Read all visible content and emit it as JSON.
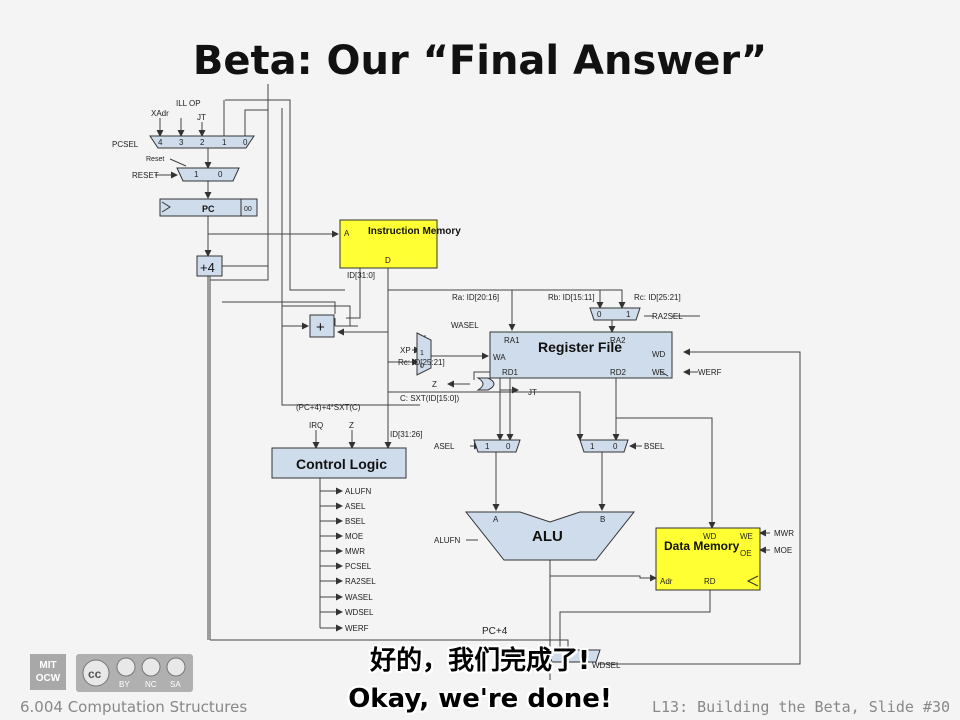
{
  "slide": {
    "title": "Beta: Our “Final Answer”",
    "footer_left": "6.004 Computation Structures",
    "footer_right": "L13: Building the Beta, Slide #30",
    "logo_text": "MIT OCW",
    "cc_labels": [
      "BY",
      "NC",
      "SA"
    ]
  },
  "subtitles": {
    "chinese": "好的，我们完成了!",
    "english": "Okay, we're done!"
  },
  "diagram": {
    "pcsel_inputs": [
      "XAdr",
      "ILL OP",
      "JT"
    ],
    "pcsel_label": "PCSEL",
    "pcsel_ports": [
      "4",
      "3",
      "2",
      "1",
      "0"
    ],
    "reset_in": "Reset",
    "reset_label": "RESET",
    "reset_ports": [
      "1",
      "0"
    ],
    "pc": "PC",
    "pc_low": "00",
    "plus4": "+4",
    "adder": "+",
    "imem_title": "Instruction Memory",
    "imem_a": "A",
    "imem_d": "D",
    "id_bus": "ID[31:0]",
    "ra_field": "Ra: ID[20:16]",
    "rb_field": "Rb: ID[15:11]",
    "rc_field": "Rc: ID[25:21]",
    "ra2sel": "RA2SEL",
    "ra2sel_ports": [
      "0",
      "1"
    ],
    "wasel": "WASEL",
    "xp": "XP",
    "wasel_ports": [
      "1",
      "0"
    ],
    "rc_field2": "Rc: ID[25:21]",
    "regfile_title": "Register File",
    "rf_ports": {
      "ra1": "RA1",
      "ra2": "RA2",
      "wa": "WA",
      "wd": "WD",
      "rd1": "RD1",
      "rd2": "RD2",
      "we": "WE"
    },
    "werf": "WERF",
    "z_out": "Z",
    "jt_out": "JT",
    "sxt_label": "C: SXT(ID[15:0])",
    "branch_label": "(PC+4)+4*SXT(C)",
    "irq": "IRQ",
    "z_in": "Z",
    "opcode_bus": "ID[31:26]",
    "control_title": "Control Logic",
    "control_signals": [
      "ALUFN",
      "ASEL",
      "BSEL",
      "MOE",
      "MWR",
      "PCSEL",
      "RA2SEL",
      "WASEL",
      "WDSEL",
      "WERF"
    ],
    "asel": "ASEL",
    "asel_ports": [
      "1",
      "0"
    ],
    "bsel": "BSEL",
    "bsel_ports": [
      "1",
      "0"
    ],
    "alu_title": "ALU",
    "alu_a": "A",
    "alu_b": "B",
    "alufn": "ALUFN",
    "dmem_title": "Data Memory",
    "dmem_ports": {
      "wd": "WD",
      "we": "WE",
      "oe": "OE",
      "adr": "Adr",
      "rd": "RD"
    },
    "mwr": "MWR",
    "moe": "MOE",
    "pc4": "PC+4",
    "wdsel": "WDSEL"
  }
}
